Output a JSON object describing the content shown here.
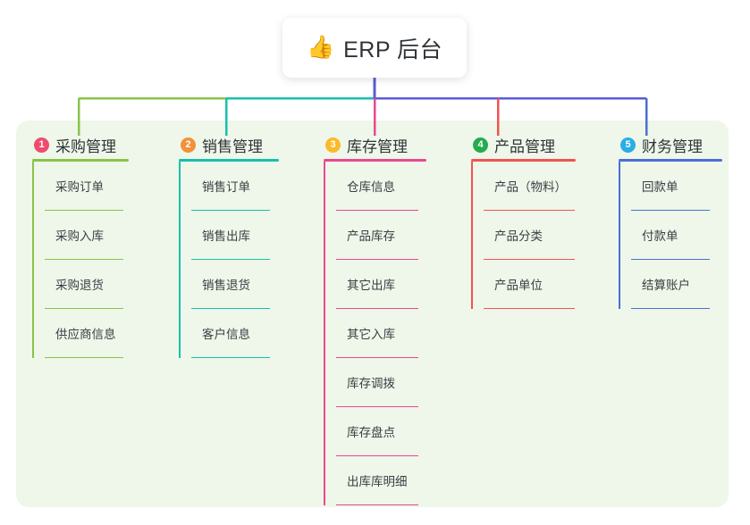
{
  "diagram": {
    "type": "mind-map",
    "root": {
      "icon": "thumbs-up-icon",
      "emoji": "👍",
      "title": "ERP 后台",
      "stem_color": "#5b5bd6"
    },
    "panel_color": "#eef7e9",
    "branches": [
      {
        "number": "1",
        "title": "采购管理",
        "color": "#8bc34a",
        "badge_color": "#ef4b6e",
        "items": [
          {
            "label": "采购订单"
          },
          {
            "label": "采购入库"
          },
          {
            "label": "采购退货"
          },
          {
            "label": "供应商信息"
          }
        ]
      },
      {
        "number": "2",
        "title": "销售管理",
        "color": "#18bfb0",
        "badge_color": "#f2913b",
        "items": [
          {
            "label": "销售订单"
          },
          {
            "label": "销售出库"
          },
          {
            "label": "销售退货"
          },
          {
            "label": "客户信息"
          }
        ]
      },
      {
        "number": "3",
        "title": "库存管理",
        "color": "#e8488f",
        "badge_color": "#fbba2c",
        "items": [
          {
            "label": "仓库信息"
          },
          {
            "label": "产品库存"
          },
          {
            "label": "其它出库"
          },
          {
            "label": "其它入库"
          },
          {
            "label": "库存调拨"
          },
          {
            "label": "库存盘点"
          },
          {
            "label": "出库库明细"
          }
        ]
      },
      {
        "number": "4",
        "title": "产品管理",
        "color": "#f2534f",
        "badge_color": "#23ab4f",
        "items": [
          {
            "label": "产品（物料）"
          },
          {
            "label": "产品分类"
          },
          {
            "label": "产品单位"
          }
        ]
      },
      {
        "number": "5",
        "title": "财务管理",
        "color": "#4a6fd4",
        "badge_color": "#29aee6",
        "items": [
          {
            "label": "回款单"
          },
          {
            "label": "付款单"
          },
          {
            "label": "结算账户"
          }
        ]
      }
    ]
  }
}
